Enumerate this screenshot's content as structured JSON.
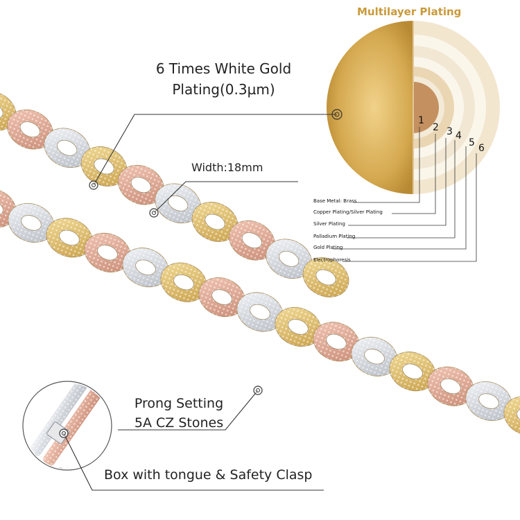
{
  "diagram": {
    "title": "Multilayer Plating",
    "layer_numbers": [
      "1",
      "2",
      "3",
      "4",
      "5",
      "6"
    ],
    "layers": [
      "Base Metal:   Brass",
      "Copper Plating/Silver Plating",
      "Silver Plating",
      "Palladium Plating",
      "Gold Plating",
      "Electrophoresis"
    ]
  },
  "callouts": {
    "plating_line1": "6 Times White Gold",
    "plating_line2": "Plating(0.3µm)",
    "width": "Width:18mm",
    "prong_line1": "Prong Setting",
    "prong_line2": "5A CZ Stones",
    "clasp": "Box with tongue & Safety Clasp"
  },
  "colors": {
    "gold": "#d8b45a",
    "rose": "#d9a08c",
    "silver": "#d7dbe1",
    "accent": "#c99a3a"
  }
}
